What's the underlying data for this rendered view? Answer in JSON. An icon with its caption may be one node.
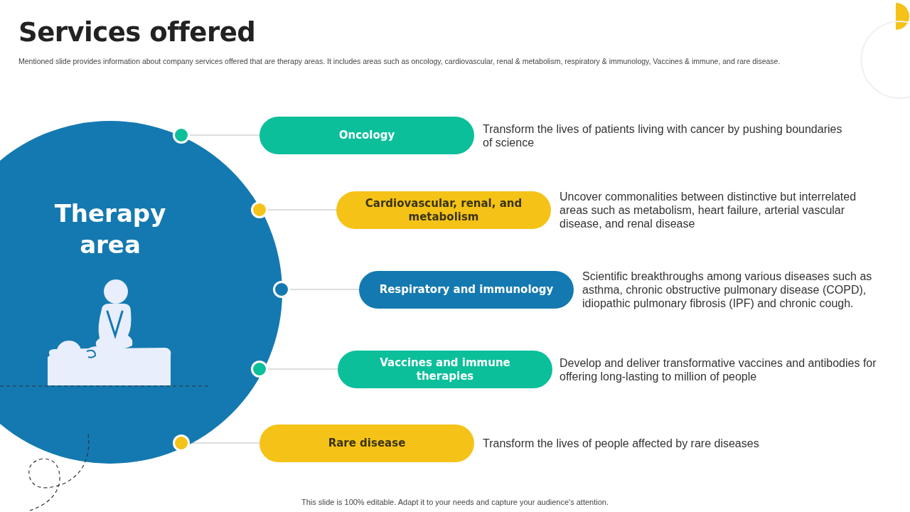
{
  "diagram": {
    "title": "Services offered",
    "nodes": [
      {
        "text": [
          "Therapy area"
        ]
      },
      {
        "text": [
          "Oncology"
        ],
        "beside": [
          "Transform the lives of patients living with cancer by pushing boundaries of science"
        ]
      },
      {
        "text": [
          "Cardiovascular, renal, and metabolism"
        ],
        "beside": [
          "Uncover commonalities between distinctive but interrelated areas such as metabolism, heart failure, arterial vascular disease, and renal disease"
        ]
      },
      {
        "text": [
          "Respiratory and immunology"
        ],
        "beside": [
          "Scientific breakthroughs among various diseases such as asthma, chronic obstructive pulmonary disease (COPD), idiopathic pulmonary fibrosis (IPF) and chronic cough."
        ]
      },
      {
        "text": [
          "Vaccines and immune therapies"
        ],
        "beside": [
          "Develop and deliver transformative vaccines and antibodies for offering long-lasting to million of people"
        ]
      },
      {
        "text": [
          "Rare disease"
        ],
        "beside": [
          "Transform the lives of people affected by rare diseases"
        ]
      },
      {
        "text": [],
        "shape": "circle"
      },
      {
        "text": [],
        "shape": "circle"
      },
      {
        "text": [],
        "shape": "circle"
      },
      {
        "text": [],
        "shape": "circle"
      },
      {
        "text": [],
        "shape": "circle"
      }
    ],
    "edges": [
      {
        "from": 6,
        "to": 1,
        "arrow": "none"
      },
      {
        "from": 7,
        "to": 2,
        "arrow": "none"
      },
      {
        "from": 8,
        "to": 3,
        "arrow": "none"
      },
      {
        "from": 9,
        "to": 4,
        "arrow": "none"
      },
      {
        "from": 10,
        "to": 5,
        "arrow": "none"
      }
    ],
    "labels": [
      "Mentioned slide provides information about company services offered that are therapy areas. It includes areas such as oncology, cardiovascular, renal & metabolism, respiratory & immunology, Vaccines & immune, and rare disease.",
      "This slide is 100% editable. Adapt it to your needs and capture your audience's attention."
    ]
  }
}
